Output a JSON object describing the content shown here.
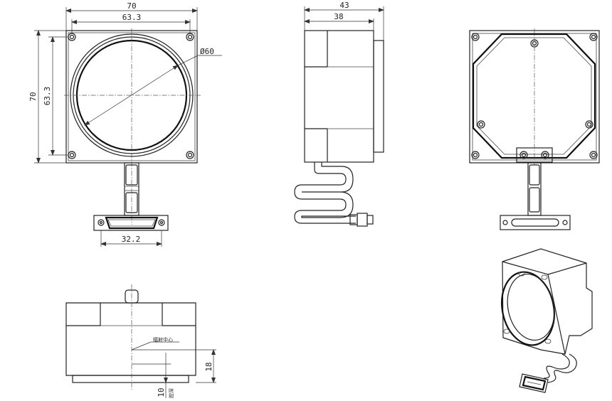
{
  "dimensions": {
    "front_width": "70",
    "front_inner_width": "63.3",
    "front_height": "70",
    "front_inner_height": "63.3",
    "aperture_diameter": "60",
    "diameter_symbol": "Ø",
    "connector_width": "32.2",
    "side_depth": "43",
    "side_inner_depth": "38",
    "bottom_height": "18",
    "bottom_offset": "10"
  },
  "labels": {
    "radiation_center": "辐射中心",
    "cavity_depth": "腔深"
  }
}
